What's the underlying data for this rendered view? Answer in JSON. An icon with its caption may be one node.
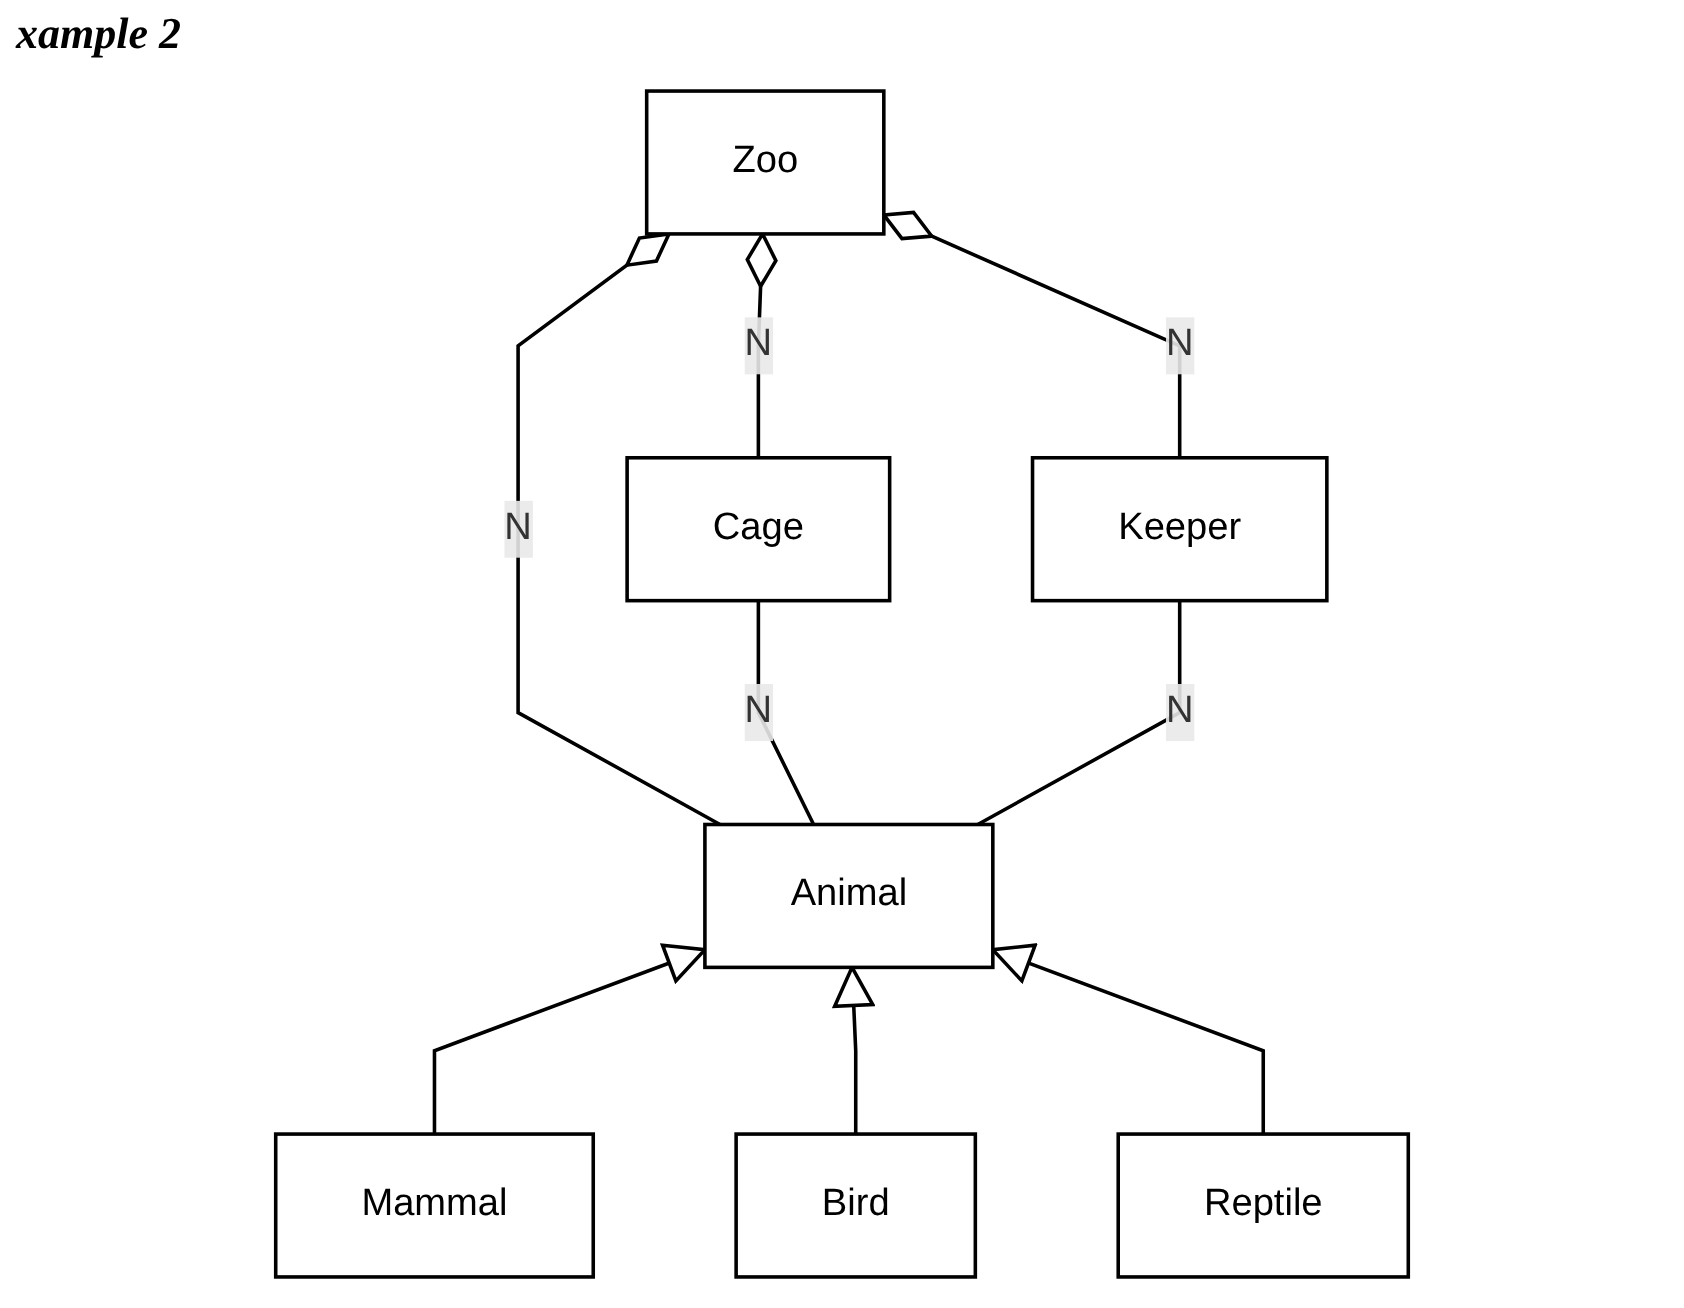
{
  "diagram": {
    "title": "xample 2",
    "nodes": [
      {
        "text": [
          "Zoo"
        ]
      },
      {
        "text": [
          "Cage"
        ]
      },
      {
        "text": [
          "Animal"
        ]
      },
      {
        "text": [
          "Keeper"
        ]
      },
      {
        "text": [
          "Mammal"
        ]
      },
      {
        "text": [
          "Bird"
        ]
      },
      {
        "text": [
          "Reptile"
        ]
      }
    ],
    "edges": [
      {
        "from": 0,
        "to": 1,
        "arrow": "other",
        "label": "N"
      },
      {
        "from": 0,
        "to": 2,
        "arrow": "other",
        "label": "N"
      },
      {
        "from": 0,
        "to": 3,
        "arrow": "other",
        "label": "N"
      },
      {
        "from": 1,
        "to": 2,
        "arrow": "none",
        "label": "N"
      },
      {
        "from": 2,
        "to": 3,
        "arrow": "none",
        "label": "N"
      },
      {
        "from": 4,
        "to": 2,
        "arrow": "to"
      },
      {
        "from": 5,
        "to": 2,
        "arrow": "to"
      },
      {
        "from": 6,
        "to": 2,
        "arrow": "to"
      }
    ]
  }
}
